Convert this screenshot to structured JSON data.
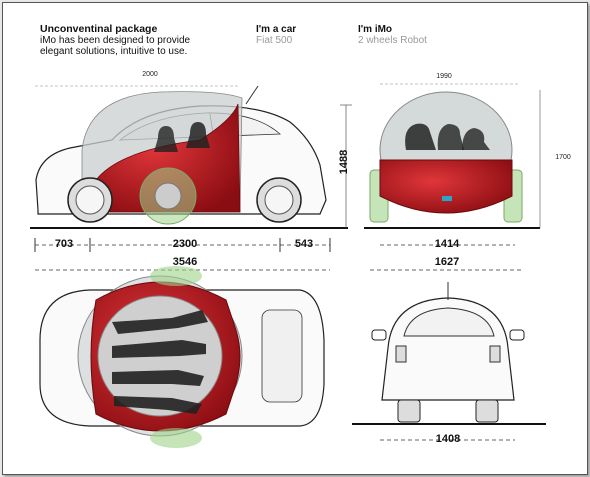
{
  "header": {
    "title": "Unconventinal package",
    "line1": "iMo has been designed to provide",
    "line2": "elegant solutions, intuitive to use.",
    "car_title": "I'm a car",
    "car_sub": "Fiat 500",
    "imo_title": "I'm iMo",
    "imo_sub": "2 wheels Robot"
  },
  "dimensions": {
    "imo_length": "2000",
    "imo_width": "1990",
    "height_car": "1488",
    "height_imo": "1700",
    "front_overhang": "703",
    "wheelbase": "2300",
    "rear_overhang": "543",
    "total_length": "3546",
    "track_front": "1414",
    "car_width": "1627",
    "track_rear": "1408"
  },
  "colors": {
    "imo_red": "#b0141a",
    "glass": "#c9cfcf",
    "line": "#222222"
  }
}
